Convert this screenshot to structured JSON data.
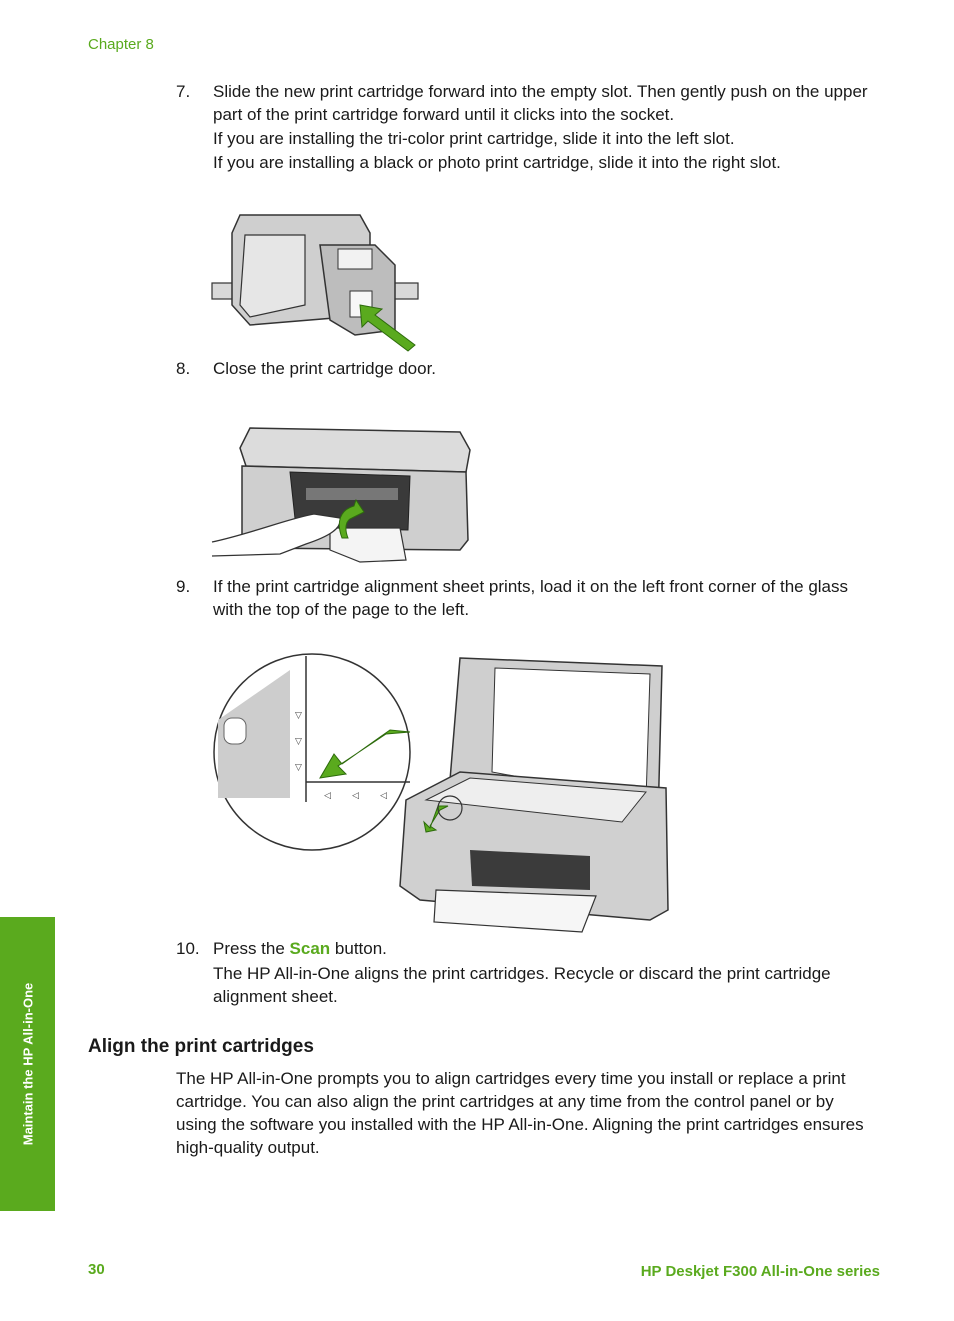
{
  "header": {
    "chapter": "Chapter 8"
  },
  "steps": [
    {
      "number": "7.",
      "paragraphs": [
        "Slide the new print cartridge forward into the empty slot. Then gently push on the upper part of the print cartridge forward until it clicks into the socket.",
        "If you are installing the tri-color print cartridge, slide it into the left slot.",
        "If you are installing a black or photo print cartridge, slide it into the right slot."
      ]
    },
    {
      "number": "8.",
      "paragraphs": [
        "Close the print cartridge door."
      ]
    },
    {
      "number": "9.",
      "paragraphs": [
        "If the print cartridge alignment sheet prints, load it on the left front corner of the glass with the top of the page to the left."
      ]
    },
    {
      "number": "10.",
      "before": "Press the ",
      "button": "Scan",
      "after": " button.",
      "paragraphs": [
        "The HP All-in-One aligns the print cartridges. Recycle or discard the print cartridge alignment sheet."
      ]
    }
  ],
  "section": {
    "title": "Align the print cartridges",
    "text": "The HP All-in-One prompts you to align cartridges every time you install or replace a print cartridge. You can also align the print cartridges at any time from the control panel or by using the software you installed with the HP All-in-One. Aligning the print cartridges ensures high-quality output."
  },
  "side_tab": {
    "label": "Maintain the HP All-in-One"
  },
  "footer": {
    "page": "30",
    "product": "HP Deskjet F300 All-in-One series"
  },
  "colors": {
    "accent": "#5aaa1e",
    "arrow": "#5aaa1e"
  },
  "figures": [
    {
      "name": "cartridge-insertion-figure",
      "icons": [
        "print-cartridge",
        "green-arrow"
      ]
    },
    {
      "name": "close-door-figure",
      "icons": [
        "printer",
        "hand",
        "green-arrow"
      ]
    },
    {
      "name": "alignment-sheet-figure",
      "icons": [
        "printer-open-lid",
        "magnified-corner",
        "green-arrow"
      ]
    }
  ]
}
